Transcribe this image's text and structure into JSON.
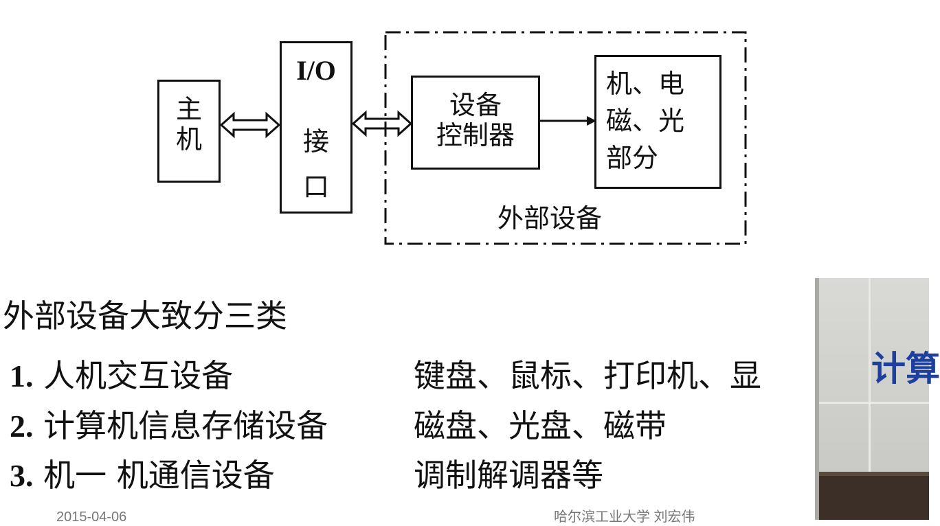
{
  "diagram": {
    "host": "主\n机",
    "io_title": "I/O",
    "io_sub": "接\n口",
    "controller": "设备\n控制器",
    "parts": "机、电\n磁、光\n部分",
    "external_label": "外部设备"
  },
  "content": {
    "heading": "外部设备大致分三类",
    "items": [
      {
        "num": "1.",
        "name": "人机交互设备",
        "examples": "键盘、鼠标、打印机、显"
      },
      {
        "num": "2.",
        "name": "计算机信息存储设备",
        "examples": "磁盘、光盘、磁带"
      },
      {
        "num": "3.",
        "name": "机一 机通信设备",
        "examples": "调制解调器等"
      }
    ]
  },
  "footer": {
    "date": "2015-04-06",
    "author": "哈尔滨工业大学 刘宏伟"
  },
  "video": {
    "banner": "计算"
  }
}
